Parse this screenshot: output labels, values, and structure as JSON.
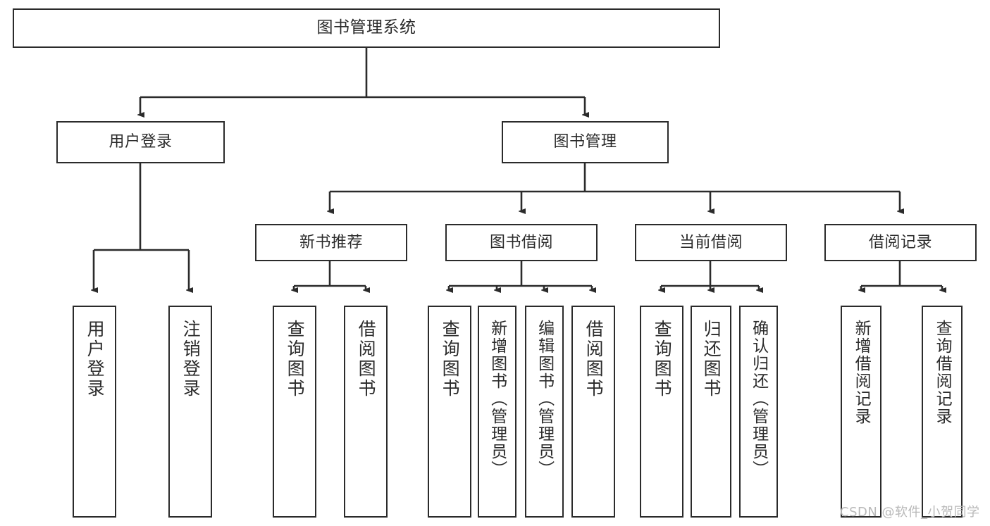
{
  "diagram": {
    "type": "tree-hierarchy",
    "title": "图书管理系统",
    "orientation": "top-down",
    "colors": {
      "background": "#ffffff",
      "stroke": "#2b2b2b",
      "node_fill": "#ffffff",
      "text": "#2b2b2b",
      "watermark": "#b9b9b9"
    },
    "nodes": {
      "root": {
        "label": "图书管理系统"
      },
      "level1": [
        {
          "id": "user-login",
          "label": "用户登录"
        },
        {
          "id": "book-manage",
          "label": "图书管理"
        }
      ],
      "level2": [
        {
          "id": "new-book-recommend",
          "label": "新书推荐",
          "parent": "book-manage"
        },
        {
          "id": "book-borrow",
          "label": "图书借阅",
          "parent": "book-manage"
        },
        {
          "id": "current-borrow",
          "label": "当前借阅",
          "parent": "book-manage"
        },
        {
          "id": "borrow-record",
          "label": "借阅记录",
          "parent": "book-manage"
        }
      ],
      "leaves": [
        {
          "id": "leaf-user-login",
          "label": "用户登录",
          "parent": "user-login"
        },
        {
          "id": "leaf-logout-login",
          "label": "注销登录",
          "parent": "user-login"
        },
        {
          "id": "leaf-query-book-1",
          "label": "查询图书",
          "parent": "new-book-recommend"
        },
        {
          "id": "leaf-borrow-book-1",
          "label": "借阅图书",
          "parent": "new-book-recommend"
        },
        {
          "id": "leaf-query-book-2",
          "label": "查询图书",
          "parent": "book-borrow"
        },
        {
          "id": "leaf-add-book",
          "label": "新增图书（管理员）",
          "parent": "book-borrow"
        },
        {
          "id": "leaf-edit-book",
          "label": "编辑图书（管理员）",
          "parent": "book-borrow"
        },
        {
          "id": "leaf-borrow-book-2",
          "label": "借阅图书",
          "parent": "book-borrow"
        },
        {
          "id": "leaf-query-book-3",
          "label": "查询图书",
          "parent": "current-borrow"
        },
        {
          "id": "leaf-return-book",
          "label": "归还图书",
          "parent": "current-borrow"
        },
        {
          "id": "leaf-confirm-return",
          "label": "确认归还（管理员）",
          "parent": "current-borrow"
        },
        {
          "id": "leaf-add-record",
          "label": "新增借阅记录",
          "parent": "borrow-record"
        },
        {
          "id": "leaf-query-record",
          "label": "查询借阅记录",
          "parent": "borrow-record"
        }
      ]
    },
    "watermark": "CSDN @软件_小贺同学"
  }
}
